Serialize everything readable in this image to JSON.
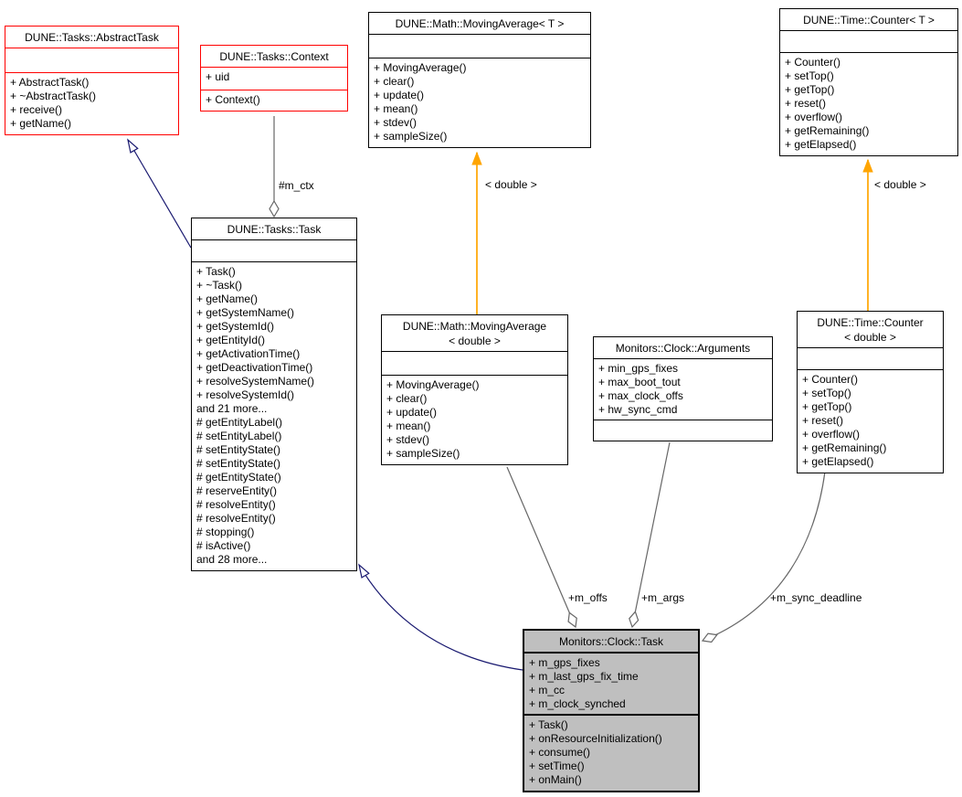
{
  "colors": {
    "red_border": "#ff0000",
    "focus_fill": "#bfbfbf",
    "edge_color": "#666666",
    "inherit_color": "#191970",
    "template_color": "#ffa500"
  },
  "classes": {
    "abstract_task": {
      "title": "DUNE::Tasks::AbstractTask",
      "attributes": [],
      "methods": [
        "+ AbstractTask()",
        "+ ~AbstractTask()",
        "+ receive()",
        "+ getName()"
      ]
    },
    "context": {
      "title": "DUNE::Tasks::Context",
      "attributes": [
        "+ uid"
      ],
      "methods": [
        "+ Context()"
      ]
    },
    "moving_average_t": {
      "title": "DUNE::Math::MovingAverage< T >",
      "attributes": [],
      "methods": [
        "+ MovingAverage()",
        "+ clear()",
        "+ update()",
        "+ mean()",
        "+ stdev()",
        "+ sampleSize()"
      ]
    },
    "counter_t": {
      "title": "DUNE::Time::Counter< T >",
      "attributes": [],
      "methods": [
        "+ Counter()",
        "+ setTop()",
        "+ getTop()",
        "+ reset()",
        "+ overflow()",
        "+ getRemaining()",
        "+ getElapsed()"
      ]
    },
    "task": {
      "title": "DUNE::Tasks::Task",
      "attributes": [],
      "methods": [
        "+ Task()",
        "+ ~Task()",
        "+ getName()",
        "+ getSystemName()",
        "+ getSystemId()",
        "+ getEntityId()",
        "+ getActivationTime()",
        "+ getDeactivationTime()",
        "+ resolveSystemName()",
        "+ resolveSystemId()",
        "and 21 more...",
        "# getEntityLabel()",
        "# setEntityLabel()",
        "# setEntityState()",
        "# setEntityState()",
        "# getEntityState()",
        "# reserveEntity()",
        "# resolveEntity()",
        "# resolveEntity()",
        "# stopping()",
        "# isActive()",
        "and 28 more..."
      ]
    },
    "moving_average_double": {
      "title": "DUNE::Math::MovingAverage",
      "title2": "< double >",
      "attributes": [],
      "methods": [
        "+ MovingAverage()",
        "+ clear()",
        "+ update()",
        "+ mean()",
        "+ stdev()",
        "+ sampleSize()"
      ]
    },
    "arguments": {
      "title": "Monitors::Clock::Arguments",
      "attributes": [
        "+ min_gps_fixes",
        "+ max_boot_tout",
        "+ max_clock_offs",
        "+ hw_sync_cmd"
      ],
      "methods": []
    },
    "counter_double": {
      "title": "DUNE::Time::Counter",
      "title2": "< double >",
      "attributes": [],
      "methods": [
        "+ Counter()",
        "+ setTop()",
        "+ getTop()",
        "+ reset()",
        "+ overflow()",
        "+ getRemaining()",
        "+ getElapsed()"
      ]
    },
    "clock_task": {
      "title": "Monitors::Clock::Task",
      "attributes": [
        "+ m_gps_fixes",
        "+ m_last_gps_fix_time",
        "+ m_cc",
        "+ m_clock_synched"
      ],
      "methods": [
        "+ Task()",
        "+ onResourceInitialization()",
        "+ consume()",
        "+ setTime()",
        "+ onMain()"
      ]
    }
  },
  "edges": {
    "m_ctx": {
      "label": "#m_ctx"
    },
    "template_moving_average": {
      "label": "< double >"
    },
    "template_counter": {
      "label": "< double >"
    },
    "m_offs": {
      "label": "+m_offs"
    },
    "m_args": {
      "label": "+m_args"
    },
    "m_sync_deadline": {
      "label": "+m_sync_deadline"
    }
  }
}
